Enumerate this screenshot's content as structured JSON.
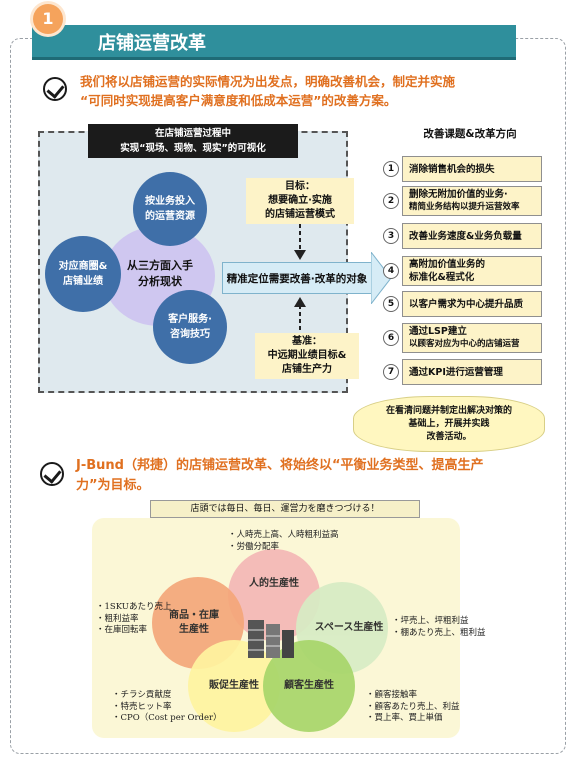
{
  "header": {
    "number": "1",
    "title": "店铺运营改革"
  },
  "intro": {
    "line1": "我们将以店铺运营的实际情况为出发点，明确改善机会，制定并实施",
    "line2": "“可同时实现提高客户满意度和低成本运营”的改善方案。"
  },
  "left_panel": {
    "title_line1": "在店铺运营过程中",
    "title_line2": "实现“现场、现物、现实”的可视化",
    "center_line1": "从三方面入手",
    "center_line2": "分析现状",
    "circles": [
      {
        "line1": "按业务投入",
        "line2": "的运营资源"
      },
      {
        "line1": "对应商圈&",
        "line2": "店铺业绩"
      },
      {
        "line1": "客户服务·",
        "line2": "咨询技巧"
      }
    ],
    "goal": {
      "line1": "目标：",
      "line2": "想要确立·实施",
      "line3": "的店铺运营模式"
    },
    "base": {
      "line1": "基准：",
      "line2": "中远期业绩目标&",
      "line3": "店铺生产力"
    },
    "arrow_text": "精准定位需要改善·改革的对象"
  },
  "right_panel": {
    "title": "改善课题&改革方向",
    "items": [
      {
        "num": "1",
        "line1": "消除销售机会的损失",
        "line2": ""
      },
      {
        "num": "2",
        "line1": "删除无附加价值的业务·",
        "line2": "精简业务结构以提升运营效率"
      },
      {
        "num": "3",
        "line1": "改善业务速度&业务负载量",
        "line2": ""
      },
      {
        "num": "4",
        "line1": "高附加价值业务的",
        "line2": "标准化&程式化"
      },
      {
        "num": "5",
        "line1": "以客户需求为中心提升品质",
        "line2": ""
      },
      {
        "num": "6",
        "line1": "通过LSP建立",
        "line2": "以顾客对应为中心的店铺运营"
      },
      {
        "num": "7",
        "line1": "通过KPI进行运营管理",
        "line2": ""
      }
    ],
    "cloud": {
      "line1": "在看清问题并制定出解决对策的",
      "line2": "基础上，开展并实践",
      "line3": "改善活动。"
    }
  },
  "jbund": {
    "line1": "J-Bund（邦捷）的店铺运营改革、将始终以“平衡业务类型、提高生产",
    "line2": "力”为目标。"
  },
  "bottom": {
    "banner": "店頭では毎日、毎日、運営力を磨きつづける！",
    "circles": {
      "person": "人的生産性",
      "goods_line1": "商品・在庫",
      "goods_line2": "生産性",
      "space": "スペース生産性",
      "promo": "販促生産性",
      "customer": "顧客生産性"
    },
    "notes": {
      "top": [
        "・人時売上高、人時粗利益高",
        "・労働分配率"
      ],
      "left": [
        "・1SKUあたり売上",
        "・粗利益率",
        "・在庫回転率"
      ],
      "right": [
        "・坪売上、坪粗利益",
        "・棚あたり売上、粗利益"
      ],
      "bottom_left": [
        "・チラシ貢献度",
        "・特売ヒット率",
        "・CPO（Cost per Order）"
      ],
      "bottom_right": [
        "・顧客接触率",
        "・顧客あたり売上、利益",
        "・買上率、買上単価"
      ]
    },
    "colors": {
      "person": "#f4b8b6",
      "goods": "#f4a77a",
      "space": "#d7ecc4",
      "promo": "#fff4a0",
      "customer": "#a8d66a"
    }
  }
}
